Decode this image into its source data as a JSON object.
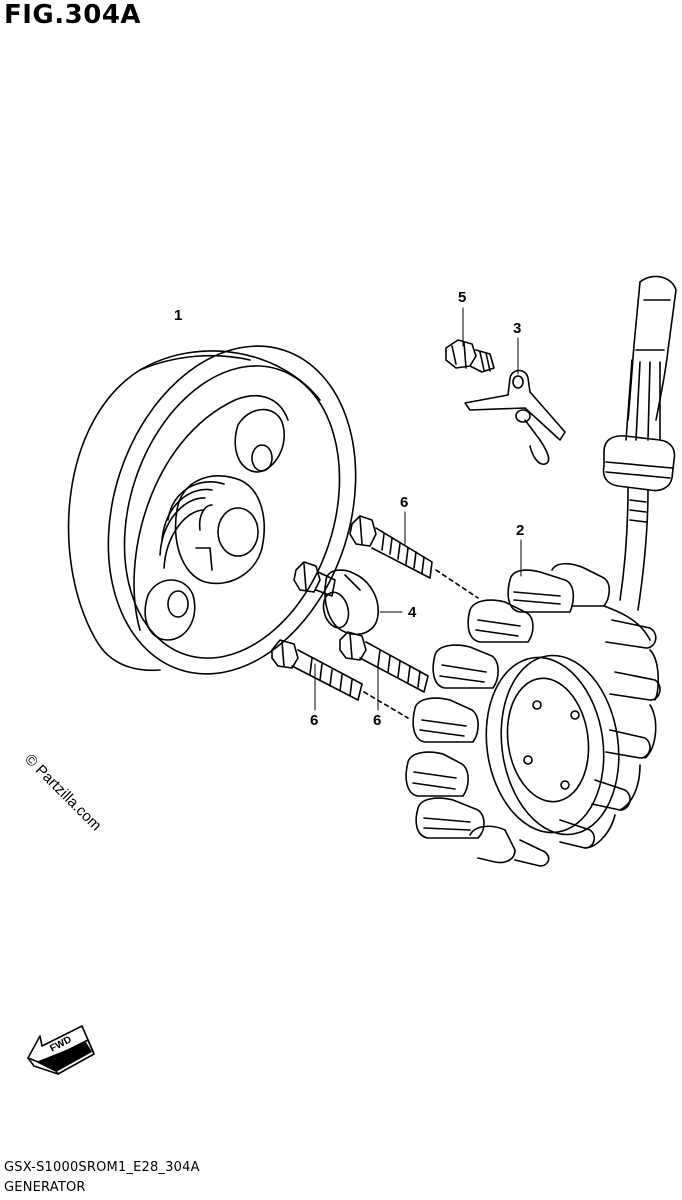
{
  "figure": {
    "title": "FIG.304A",
    "code": "GSX-S1000SROM1_E28_304A",
    "name": "GENERATOR"
  },
  "watermark": "© Partzilla.com",
  "fwd_label": "FWD",
  "callouts": {
    "rotor": "1",
    "stator": "2",
    "clamp": "3",
    "cap": "4",
    "clamp_bolt": "5",
    "bolt_top": "6",
    "bolt_lower_left": "6",
    "bolt_lower_right": "6"
  }
}
